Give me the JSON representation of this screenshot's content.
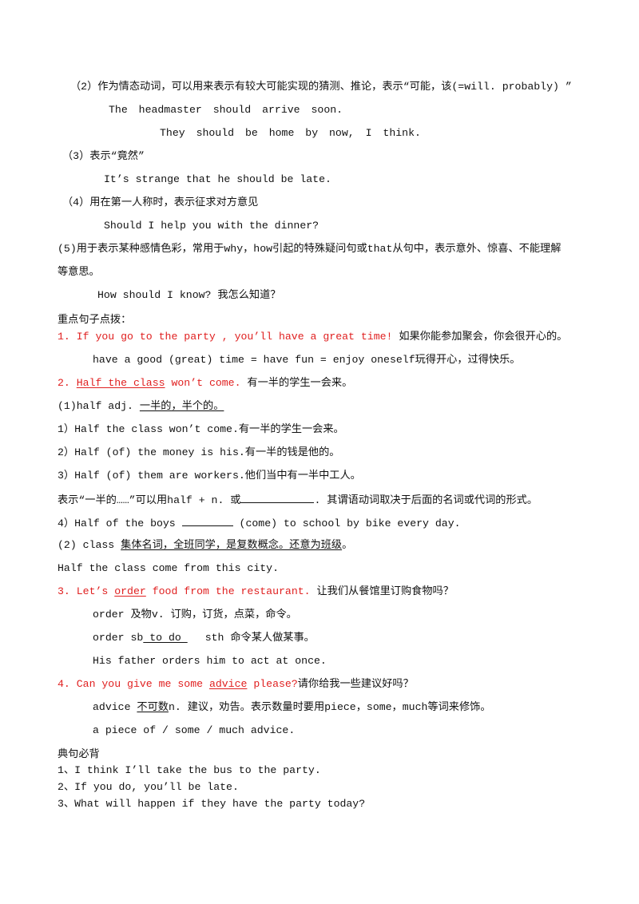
{
  "lines": {
    "l1": "（2）作为情态动词，可以用来表示有较大可能实现的猜测、推论，表示“可能，该(=will. probably) ”",
    "l2": "The headmaster should arrive soon.",
    "l3": "They should be home by now, I think.",
    "l4": "（3）表示“竟然”",
    "l5": "It’s strange that he should be late.",
    "l6": "（4）用在第一人称时，表示征求对方意见",
    "l7": "Should I help you with the dinner?",
    "l8": "(5)用于表示某种感情色彩，常用于why，how引起的特殊疑问句或that从句中，表示意外、惊喜、不能理解",
    "l9": "等意思。",
    "l10": "How should I know? 我怎么知道？",
    "l11": "重点句子点拨：",
    "l12": "1. If you go to the party , you’ll have a great time!",
    "l12b": " 如果你能参加聚会，你会很开心的。",
    "l13": "have a good (great) time = have fun = enjoy oneself玩得开心，过得快乐。",
    "l14a": "2. ",
    "l14u": "Half the class",
    "l14c": " won’t come.",
    "l14b": " 有一半的学生一会来。",
    "l15a": "(1)half adj. ",
    "l15u": " 一半的，半个的。 ",
    "l16": "1）Half the class won’t come.有一半的学生一会来。",
    "l17": "2）Half (of) the money is his.有一半的钱是他的。",
    "l18": "3）Half (of) them are workers.他们当中有一半中工人。",
    "l19a": "表示“一半的……”可以用half + n. 或",
    "l19b": ". 其谓语动词取决于后面的名词或代词的形式。",
    "l20a": "4）Half of the boys ",
    "l20b": " (come) to school by bike every day.",
    "l21a": "(2) class ",
    "l21u": "集体名词，全班同学，是复数概念。还意为班级",
    "l21b": "。",
    "l22": "Half the class come from this city.",
    "l23a": "3. Let’s ",
    "l23u": "order",
    "l23c": " food from the restaurant.",
    "l23b": " 让我们从餐馆里订购食物吗？",
    "l24": "order 及物v. 订购，订货，点菜，命令。",
    "l25a": "order sb",
    "l25u": " to do ",
    "l25b": " sth 命令某人做某事。",
    "l26": "His father orders him to act at once.",
    "l27a": "4. Can you give me some ",
    "l27u": "advice",
    "l27c": " please?",
    "l27b": "请你给我一些建议好吗？",
    "l28a": "advice ",
    "l28u": "不可数",
    "l28b": "n. 建议，劝告。表示数量时要用piece，some，much等词来修饰。",
    "l29": "a piece of / some / much advice.",
    "l30": "典句必背",
    "l31": "1、I think I’ll take the bus to the party.",
    "l32": "2、If you do, you’ll be late.",
    "l33": "3、What will happen if they have the party today?"
  }
}
